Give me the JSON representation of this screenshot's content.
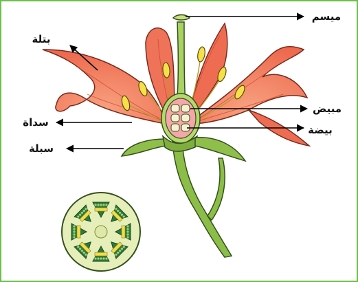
{
  "labels": {
    "stigma": "ميسم",
    "petal": "بتلة",
    "ovary": "مبيض",
    "stamen": "سداة",
    "ovule": "بيضة",
    "sepal": "سبلة"
  },
  "colors": {
    "border": "#6bbf49",
    "petal": "#f0785c",
    "petal_dark": "#d8523c",
    "sepal": "#8fbf4a",
    "stem": "#8bbd48",
    "anther": "#f5e04a",
    "ovary": "#f4a6a8",
    "cross_section": "#e6efb9"
  }
}
